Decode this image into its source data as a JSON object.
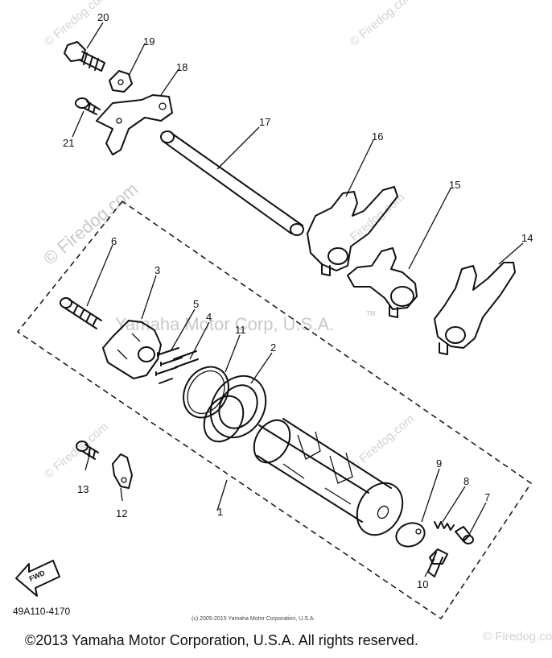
{
  "diagram": {
    "callouts": [
      {
        "id": "c20",
        "text": "20"
      },
      {
        "id": "c19",
        "text": "19"
      },
      {
        "id": "c18",
        "text": "18"
      },
      {
        "id": "c21",
        "text": "21"
      },
      {
        "id": "c17",
        "text": "17"
      },
      {
        "id": "c16",
        "text": "16"
      },
      {
        "id": "c15",
        "text": "15"
      },
      {
        "id": "c14",
        "text": "14"
      },
      {
        "id": "c6",
        "text": "6"
      },
      {
        "id": "c3",
        "text": "3"
      },
      {
        "id": "c5",
        "text": "5"
      },
      {
        "id": "c4",
        "text": "4"
      },
      {
        "id": "c11",
        "text": "11"
      },
      {
        "id": "c2",
        "text": "2"
      },
      {
        "id": "c9",
        "text": "9"
      },
      {
        "id": "c8",
        "text": "8"
      },
      {
        "id": "c7",
        "text": "7"
      },
      {
        "id": "c13",
        "text": "13"
      },
      {
        "id": "c12",
        "text": "12"
      },
      {
        "id": "c1",
        "text": "1"
      },
      {
        "id": "c10",
        "text": "10"
      }
    ],
    "fwd_label": "FWD",
    "figure_code": "49A110-4170",
    "small_copyright": "(c) 2005-2015 Yamaha Motor Corporation, U.S.A.",
    "footer_copyright": "©2013 Yamaha Motor Corporation, U.S.A. All rights reserved.",
    "watermarks": {
      "firedog_main": "© Firedog.com",
      "firedog_short": "Firedog.com",
      "yamaha": "Yamaha Motor Corp, U.S.A.",
      "tm": "TM"
    }
  }
}
